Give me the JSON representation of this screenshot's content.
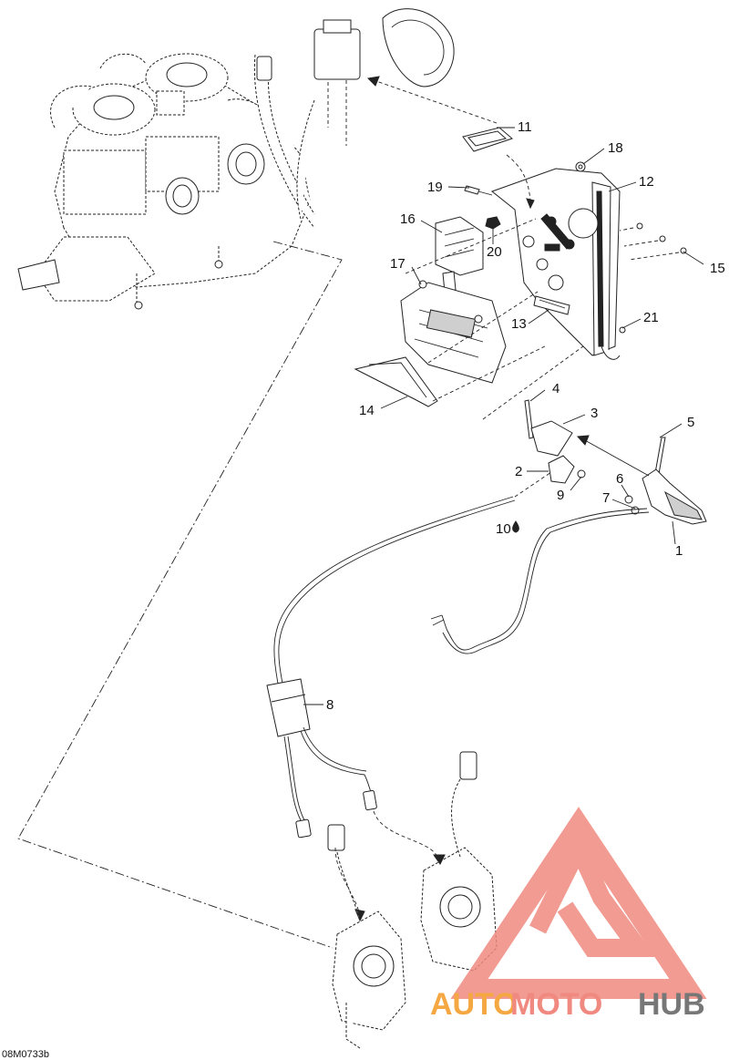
{
  "diagram_code": "08M0733b",
  "callouts": [
    "1",
    "2",
    "3",
    "4",
    "5",
    "6",
    "7",
    "8",
    "9",
    "10",
    "11",
    "12",
    "13",
    "14",
    "15",
    "16",
    "17",
    "18",
    "19",
    "20",
    "21"
  ],
  "watermark": {
    "part1": "AUTO",
    "part2": "MOTO",
    "part3": "HUB",
    "color_orange": "#f5a742",
    "color_red": "#f08a80",
    "color_gray": "#777777"
  }
}
